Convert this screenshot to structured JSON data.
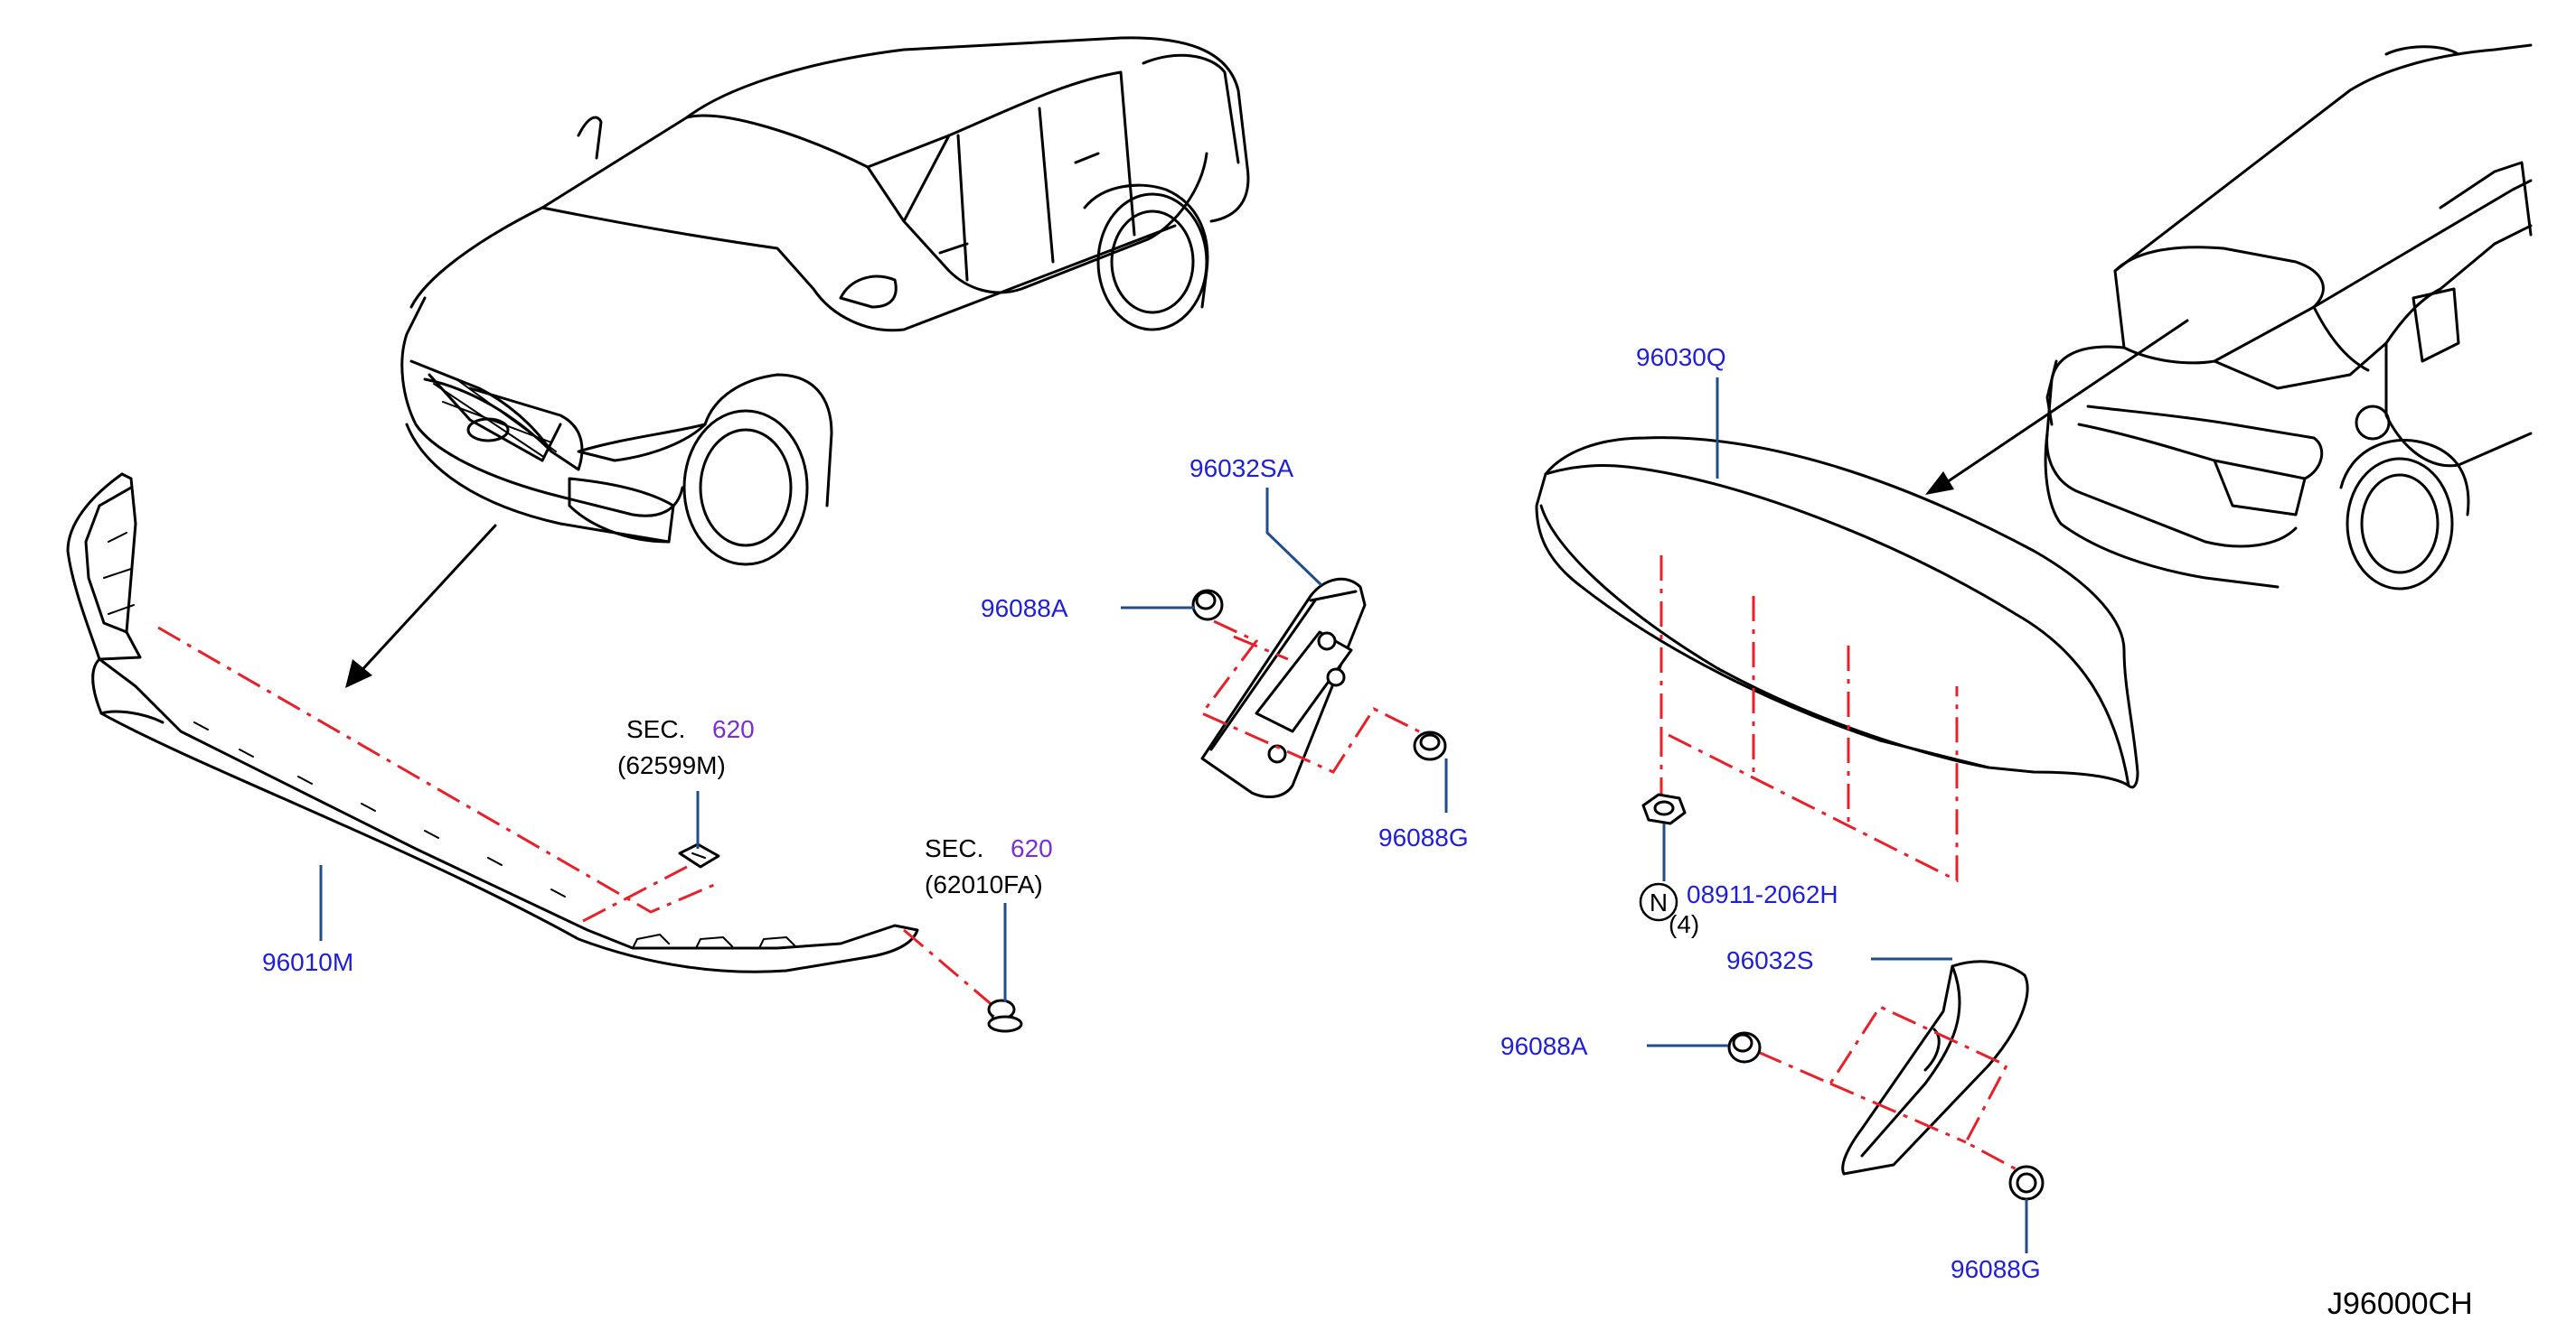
{
  "labels": {
    "p96010M": "96010M",
    "p96032SA": "96032SA",
    "p96088A_top": "96088A",
    "p96088G_top": "96088G",
    "p96030Q": "96030Q",
    "p96032S": "96032S",
    "p96088A_bottom": "96088A",
    "p96088G_bottom": "96088G",
    "nut_part": "08911-2062H",
    "nut_qty": "(4)",
    "nut_symbol": "N"
  },
  "sections": [
    {
      "prefix": "SEC.",
      "number": "620",
      "ref": "(62599M)"
    },
    {
      "prefix": "SEC.",
      "number": "620",
      "ref": "(62010FA)"
    }
  ],
  "diagram_code": "J96000CH",
  "colors": {
    "part_number": "#1f1fd6",
    "section_number": "#7a2fd6",
    "leader": "#1f4e8c",
    "assembly_line": "#e8202a"
  }
}
